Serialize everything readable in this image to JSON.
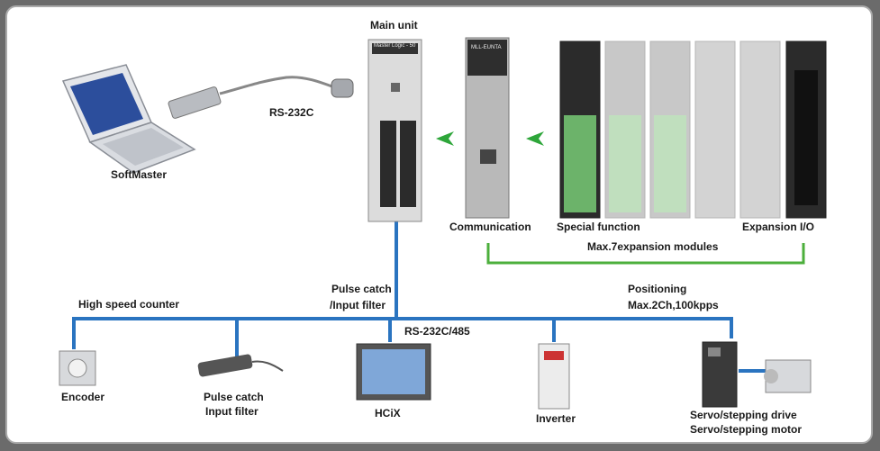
{
  "labels": {
    "main_unit": "Main unit",
    "rs232c": "RS-232C",
    "softmaster": "SoftMaster",
    "communication": "Communication",
    "special_function": "Special function",
    "expansion_io": "Expansion  I/O",
    "max_modules": "Max.7expansion modules",
    "high_speed_counter": "High speed counter",
    "pulse_catch_1": "Pulse catch",
    "pulse_catch_2": "/Input filter",
    "positioning_1": "Positioning",
    "positioning_2": "Max.2Ch,100kpps",
    "rs232c_485": "RS-232C/485",
    "encoder": "Encoder",
    "pulse_catch_dev_1": "Pulse catch",
    "pulse_catch_dev_2": "Input filter",
    "hcix": "HCiX",
    "inverter": "Inverter",
    "servo_drive": "Servo/stepping drive",
    "servo_motor": "Servo/stepping motor"
  },
  "plc_text": {
    "main_unit_top": "Master Logic - 50",
    "comm_module_top": "MLL-EUNTA"
  },
  "colors": {
    "bus": "#2a74c0",
    "bracket": "#4caf3c",
    "arrow": "#2ea63a",
    "module_dark": "#2b2b2b",
    "module_light": "#d8d8d8"
  }
}
